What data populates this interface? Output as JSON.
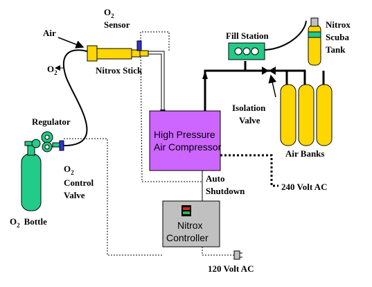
{
  "labels": {
    "air": "Air",
    "o2_sensor_line1": "O",
    "o2_sensor_sub": "2",
    "o2_sensor_line2": "Sensor",
    "o2_inlet": "O",
    "o2_inlet_sub": "2",
    "nitrox_stick": "Nitrox Stick",
    "fill_station": "Fill Station",
    "nitrox_scuba_tank_line1": "Nitrox",
    "nitrox_scuba_tank_line2": "Scuba",
    "nitrox_scuba_tank_line3": "Tank",
    "regulator": "Regulator",
    "isolation_valve_line1": "Isolation",
    "isolation_valve_line2": "Valve",
    "compressor_line1": "High Pressure",
    "compressor_line2": "Air Compressor",
    "air_banks": "Air Banks",
    "o2_control_valve_line1": "O",
    "o2_control_valve_sub": "2",
    "o2_control_valve_line2": "Control",
    "o2_control_valve_line3": "Valve",
    "auto_shutdown_line1": "Auto",
    "auto_shutdown_line2": "Shutdown",
    "volt240": "240 Volt AC",
    "o2_bottle": "O",
    "o2_bottle_sub": "2",
    "o2_bottle_rest": "Bottle",
    "controller_line1": "Nitrox",
    "controller_line2": "Controller",
    "volt120": "120 Volt AC"
  },
  "colors": {
    "yellow": "#ffd700",
    "green": "#22cc88",
    "purple": "#cc66ff",
    "gray": "#c0c0c0",
    "blue": "#3333cc"
  }
}
